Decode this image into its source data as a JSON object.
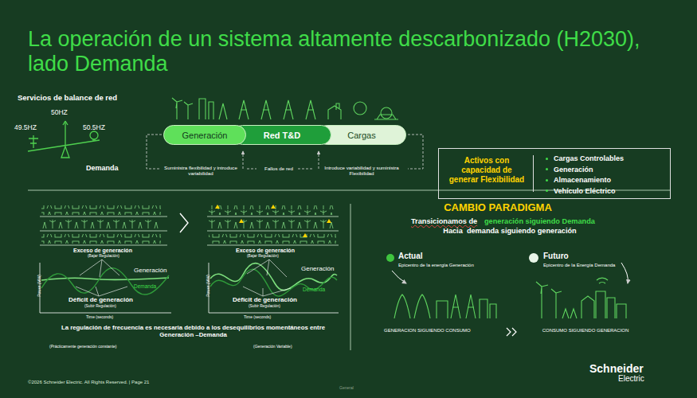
{
  "diagram": {
    "title": "La operación de un sistema altamente descarbonizado (H2030), lado Demanda",
    "nodes": [
      {
        "text": [
          "Generación"
        ]
      },
      {
        "text": [
          "Red T&D"
        ]
      },
      {
        "text": [
          "Cargas"
        ]
      },
      {
        "text": [
          "Activos con capacidad de generar Flexibilidad",
          "Cargas Controlables",
          "Generación",
          "Almacenamiento",
          "Vehículo Eléctrico"
        ]
      }
    ],
    "labels": [
      "Servicios de balance de red",
      "50HZ",
      "49.5HZ",
      "50.5HZ",
      "Demanda",
      "Suministra flexibilidad y introduce variabilidad",
      "Fallos de red",
      "Introduce variabilidad y suministra Flexibilidad",
      "Exceso de generación",
      "(Bajar Regulación)",
      "Generación",
      "Demanda",
      "Déficit de generación",
      "(Subir Regulación)",
      "Power (MW)",
      "Time (seconds)",
      "Exceso de generación",
      "(Bajar Regulación)",
      "Generación",
      "Demanda",
      "Déficit de generación",
      "(Subir Regulación)",
      "Power (MW)",
      "Time (seconds)",
      "La regulación de frecuencia es necesaria debido a los desequilibrios momentáneos entre Generación –Demanda",
      "(Prácticamente generación constante)",
      "(Generación Variable)",
      "CAMBIO PARADIGMA",
      "Transicionamos de",
      "generación siguiendo Demanda",
      "Hacia  demanda siguiendo generación",
      "Actual",
      "Epicentro de la energía Generación",
      "Futuro",
      "Epicentro de la Energía Demanda",
      "GENERACION SIGUIENDO CONSUMO",
      "CONSUMO SIGUIENDO GENERACION",
      "©2026 Schneider Electric. All Rights Reserved. | Page 21",
      "General",
      "Schneider",
      "Electric"
    ]
  }
}
